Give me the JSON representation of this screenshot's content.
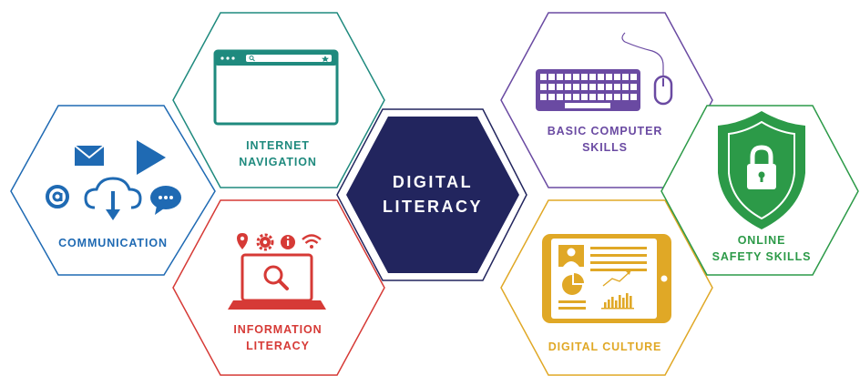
{
  "center": {
    "line1": "DIGITAL",
    "line2": "LITERACY"
  },
  "communication": {
    "label": "COMMUNICATION"
  },
  "internet_navigation": {
    "line1": "INTERNET",
    "line2": "NAVIGATION"
  },
  "information_literacy": {
    "line1": "INFORMATION",
    "line2": "LITERACY"
  },
  "basic_computer_skills": {
    "line1": "BASIC COMPUTER",
    "line2": "SKILLS"
  },
  "digital_culture": {
    "label": "DIGITAL CULTURE"
  },
  "online_safety_skills": {
    "line1": "ONLINE",
    "line2": "SAFETY SKILLS"
  },
  "colors": {
    "center_fill": "#22255e",
    "communication": "#1f6ab3",
    "internet_navigation": "#1f8a7e",
    "information_literacy": "#d63a36",
    "basic_computer_skills": "#6a4aa2",
    "digital_culture": "#e0a826",
    "online_safety_skills": "#2c9a48"
  }
}
